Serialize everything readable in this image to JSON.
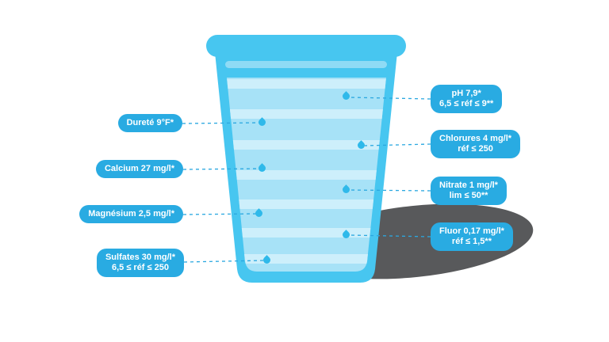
{
  "labels": {
    "left": [
      {
        "line1": "Dureté 9°F*"
      },
      {
        "line1": "Calcium 27 mg/l*"
      },
      {
        "line1": "Magnésium 2,5 mg/l*"
      },
      {
        "line1": "Sulfates 30 mg/l*",
        "line2": "6,5 ≤ réf ≤ 250"
      }
    ],
    "right": [
      {
        "line1": "pH 7,9*",
        "line2": "6,5 ≤ réf ≤ 9**"
      },
      {
        "line1": "Chlorures 4 mg/l*",
        "line2": "réf ≤ 250"
      },
      {
        "line1": "Nitrate 1 mg/l*",
        "line2": "lim ≤ 50**"
      },
      {
        "line1": "Fluor 0,17 mg/l*",
        "line2": "réf ≤ 1,5**"
      }
    ]
  },
  "icons": {
    "droplet": "teardrop marker (css shape)"
  },
  "colors": {
    "label_background": "#29ABE2",
    "label_text": "#FFFFFF",
    "glass": "#47C6F0",
    "water": "#A7E2F7",
    "water_stripe": "#CDEFFB",
    "droplet": "#2FB9EA",
    "connector_line": "#2BA8E0",
    "shadow": "#58595B",
    "background": "#FFFFFF"
  }
}
